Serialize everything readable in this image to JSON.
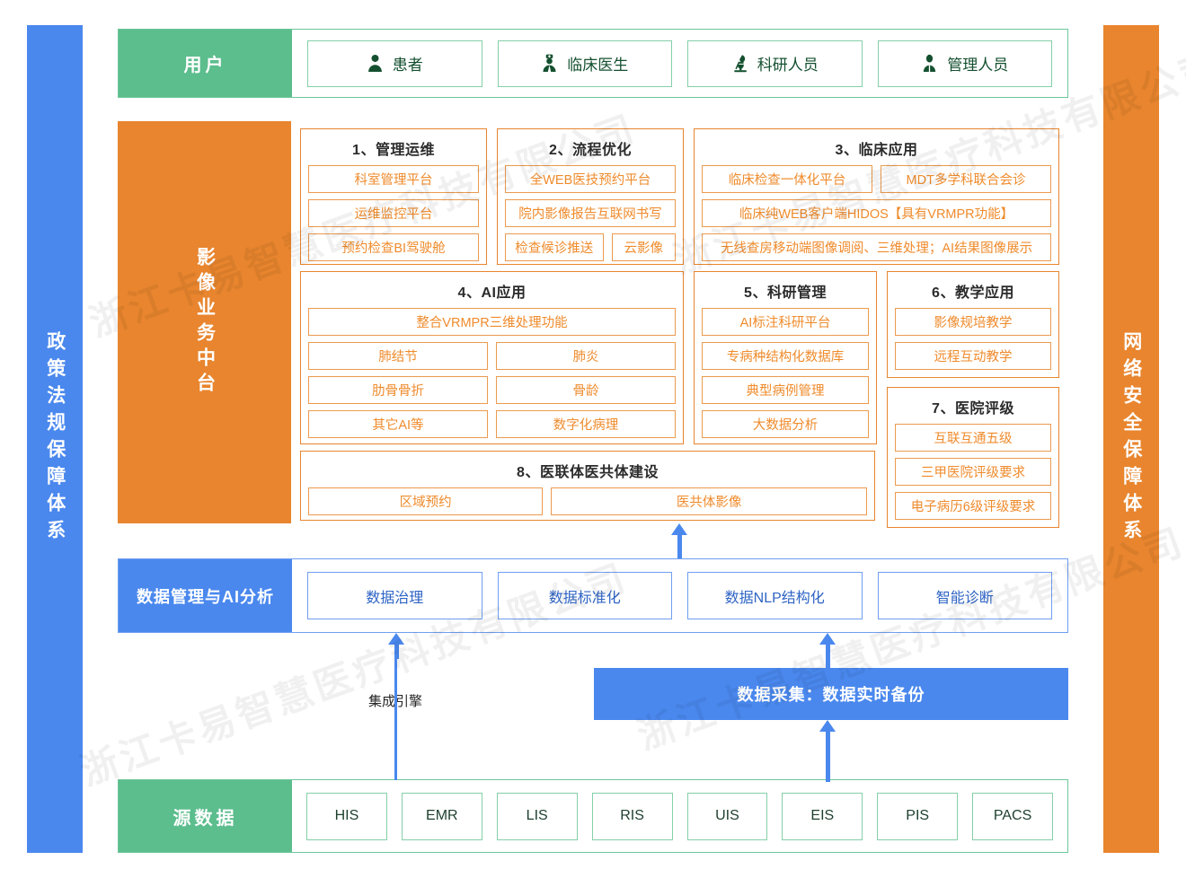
{
  "pillars": {
    "left": "政策法规保障体系",
    "right": "网络安全保障体系"
  },
  "watermark": "浙江卡易智慧医疗科技有限公司",
  "user_band": {
    "label": "用户",
    "items": [
      {
        "label": "患者",
        "icon": "person-icon"
      },
      {
        "label": "临床医生",
        "icon": "doctor-icon"
      },
      {
        "label": "科研人员",
        "icon": "microscope-icon"
      },
      {
        "label": "管理人员",
        "icon": "manager-icon"
      }
    ]
  },
  "mid_band": {
    "label": "影像业务中台",
    "groups": [
      {
        "title": "1、管理运维",
        "rows": [
          [
            "科室管理平台"
          ],
          [
            "运维监控平台"
          ],
          [
            "预约检查BI驾驶舱"
          ]
        ]
      },
      {
        "title": "2、流程优化",
        "rows": [
          [
            "全WEB医技预约平台"
          ],
          [
            "院内影像报告互联网书写"
          ],
          [
            "检查候诊推送",
            "云影像"
          ]
        ]
      },
      {
        "title": "3、临床应用",
        "rows": [
          [
            "临床检查一体化平台",
            "MDT多学科联合会诊"
          ],
          [
            "临床纯WEB客户端HIDOS【具有VRMPR功能】"
          ],
          [
            "无线查房移动端图像调阅、三维处理；AI结果图像展示"
          ]
        ]
      },
      {
        "title": "4、AI应用",
        "rows": [
          [
            "整合VRMPR三维处理功能"
          ],
          [
            "肺结节",
            "肺炎"
          ],
          [
            "肋骨骨折",
            "骨龄"
          ],
          [
            "其它AI等",
            "数字化病理"
          ]
        ]
      },
      {
        "title": "5、科研管理",
        "rows": [
          [
            "AI标注科研平台"
          ],
          [
            "专病种结构化数据库"
          ],
          [
            "典型病例管理"
          ],
          [
            "大数据分析"
          ]
        ]
      },
      {
        "title": "6、教学应用",
        "rows": [
          [
            "影像规培教学"
          ],
          [
            "远程互动教学"
          ]
        ]
      },
      {
        "title": "7、医院评级",
        "rows": [
          [
            "互联互通五级"
          ],
          [
            "三甲医院评级要求"
          ],
          [
            "电子病历6级评级要求"
          ]
        ]
      },
      {
        "title": "8、医联体医共体建设",
        "rows": [
          [
            "区域预约",
            "医共体影像"
          ]
        ]
      }
    ]
  },
  "data_band": {
    "label": "数据管理与AI分析",
    "items": [
      "数据治理",
      "数据标准化",
      "数据NLP结构化",
      "智能诊断"
    ]
  },
  "collection": {
    "label": "数据采集：数据实时备份",
    "engine_label": "集成引擎"
  },
  "source_band": {
    "label": "源数据",
    "items": [
      "HIS",
      "EMR",
      "LIS",
      "RIS",
      "UIS",
      "EIS",
      "PIS",
      "PACS"
    ]
  },
  "colors": {
    "green": "#5cbd8d",
    "green_border": "#84cfa8",
    "orange": "#e8852e",
    "orange_border": "#eb9a4f",
    "blue": "#4a88ee",
    "blue_border": "#6f9ff0"
  }
}
